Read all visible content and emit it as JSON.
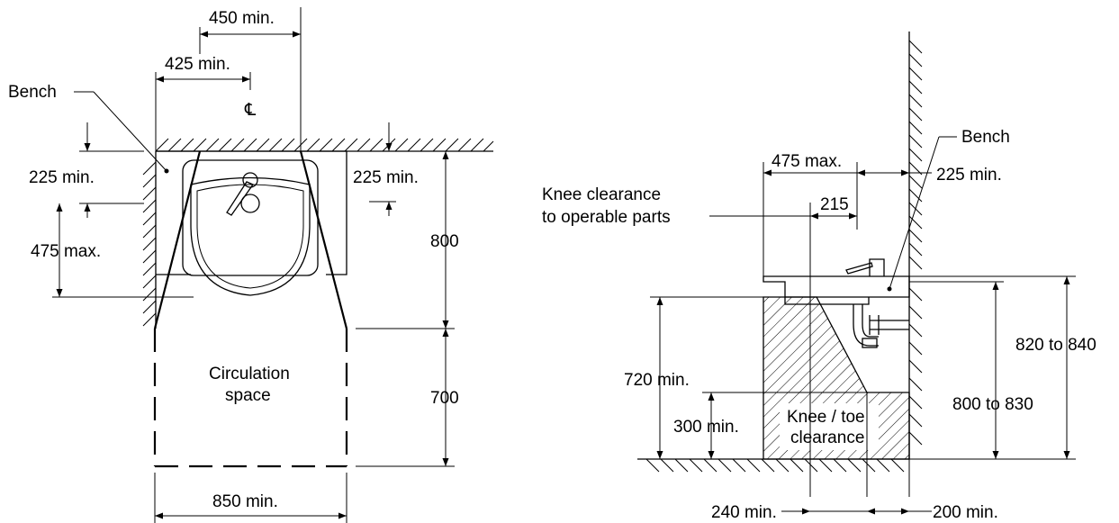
{
  "plan_view": {
    "labels": {
      "bench": "Bench",
      "dim_450": "450 min.",
      "dim_425": "425 min.",
      "centreline": "℄",
      "dim_225_left": "225 min.",
      "dim_225_right": "225 min.",
      "dim_475": "475 max.",
      "dim_800": "800",
      "dim_700": "700",
      "dim_850": "850 min.",
      "circulation_line1": "Circulation",
      "circulation_line2": "space"
    }
  },
  "section_view": {
    "labels": {
      "bench": "Bench",
      "dim_475": "475 max.",
      "dim_225": "225 min.",
      "knee_op_line1": "Knee clearance",
      "knee_op_line2": "to operable parts",
      "dim_215": "215",
      "dim_720": "720 min.",
      "dim_300": "300 min.",
      "knee_toe_line1": "Knee / toe",
      "knee_toe_line2": "clearance",
      "dim_820_840": "820 to 840",
      "dim_800_830": "800 to 830",
      "dim_240": "240 min.",
      "dim_200": "200 min."
    }
  }
}
